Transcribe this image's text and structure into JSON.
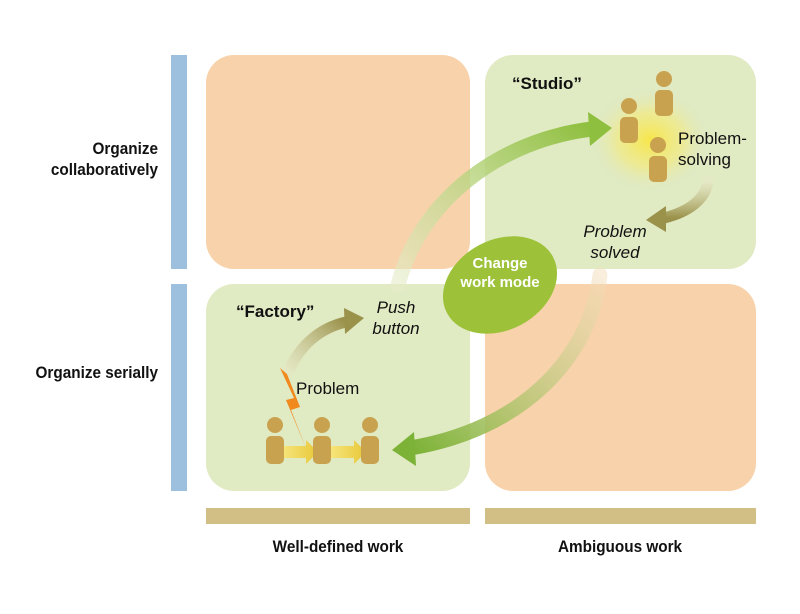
{
  "rows": {
    "top": "Organize collaboratively",
    "bottom": "Organize serially"
  },
  "columns": {
    "left": "Well-defined work",
    "right": "Ambiguous work"
  },
  "quadrants": {
    "studio_title": "“Studio”",
    "factory_title": "“Factory”"
  },
  "labels": {
    "problem_solving": "Problem-solving",
    "problem_solved": "Problem solved",
    "push_button": "Push button",
    "problem": "Problem",
    "change_work_mode": "Change work mode"
  },
  "colors": {
    "peach": "#f8d2aa",
    "green_quadrant": "#e0eac3",
    "axis_blue": "#9dc0de",
    "axis_tan": "#d2bf86",
    "arrow_green": "#8fbf3f",
    "arrow_olive": "#a59b4e",
    "oval_green": "#9dc23a",
    "person": "#c9a24f",
    "bolt": "#f08a1e"
  }
}
